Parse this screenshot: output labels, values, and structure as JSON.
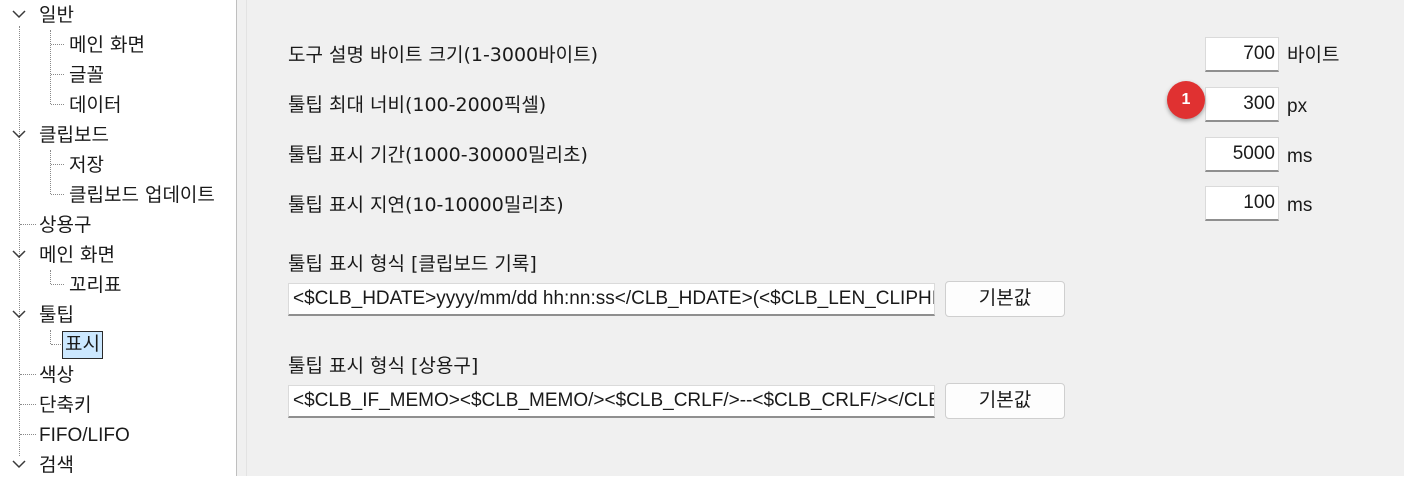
{
  "tree": {
    "general": "일반",
    "main_screen": "메인 화면",
    "font": "글꼴",
    "data": "데이터",
    "clipboard": "클립보드",
    "save": "저장",
    "clipboard_update": "클립보드 업데이트",
    "common_phrases": "상용구",
    "main_screen_2": "메인 화면",
    "tag": "꼬리표",
    "tooltip": "툴팁",
    "display": "표시",
    "color": "색상",
    "shortcut": "단축키",
    "fifo_lifo": "FIFO/LIFO",
    "search": "검색"
  },
  "settings": {
    "tooltip_desc_size": {
      "label": "도구 설명 바이트 크기(1-3000바이트)",
      "value": "700",
      "unit": "바이트"
    },
    "tooltip_max_width": {
      "label": "툴팁 최대 너비(100-2000픽셀)",
      "value": "300",
      "unit": "px"
    },
    "tooltip_duration": {
      "label": "툴팁 표시 기간(1000-30000밀리초)",
      "value": "5000",
      "unit": "ms"
    },
    "tooltip_delay": {
      "label": "툴팁 표시 지연(10-10000밀리초)",
      "value": "100",
      "unit": "ms"
    },
    "format_history": {
      "label": "툴팁 표시 형식 [클립보드 기록]",
      "value": "<$CLB_HDATE>yyyy/mm/dd hh:nn:ss</CLB_HDATE>(<$CLB_LEN_CLIPHIS",
      "button": "기본값"
    },
    "format_phrases": {
      "label": "툴팁 표시 형식 [상용구]",
      "value": "<$CLB_IF_MEMO><$CLB_MEMO/><$CLB_CRLF/>--<$CLB_CRLF/></CLB_",
      "button": "기본값"
    }
  },
  "badge": "1",
  "colors": {
    "selected_bg": "#cce8ff",
    "panel_bg": "#f0f0f0",
    "badge": "#e03131"
  },
  "icons": {
    "expanded": "chevron-down-icon"
  }
}
